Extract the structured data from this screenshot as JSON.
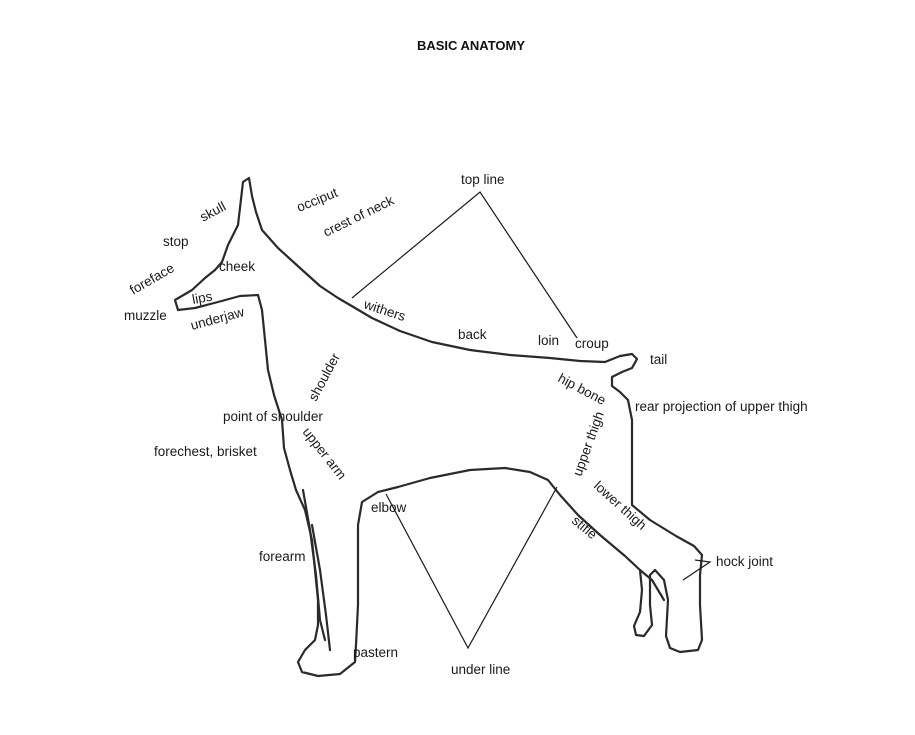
{
  "title": "BASIC ANATOMY",
  "labels": {
    "skull": "skull",
    "stop": "stop",
    "foreface": "foreface",
    "cheek": "cheek",
    "lips": "lips",
    "muzzle": "muzzle",
    "underjaw": "underjaw",
    "occiput": "occiput",
    "crest_of_neck": "crest of neck",
    "top_line": "top line",
    "withers": "withers",
    "back": "back",
    "loin": "loin",
    "croup": "croup",
    "tail": "tail",
    "hip_bone": "hip bone",
    "rear_projection": "rear projection of upper thigh",
    "shoulder": "shoulder",
    "point_of_shoulder": "point of shoulder",
    "upper_arm": "upper arm",
    "forechest_brisket": "forechest, brisket",
    "upper_thigh": "upper thigh",
    "lower_thigh": "lower thigh",
    "elbow": "elbow",
    "stifle": "stifle",
    "hock_joint": "hock joint",
    "forearm": "forearm",
    "pastern": "pastern",
    "under_line": "under line"
  },
  "colors": {
    "ink": "#1a1a1a",
    "background": "#ffffff"
  }
}
